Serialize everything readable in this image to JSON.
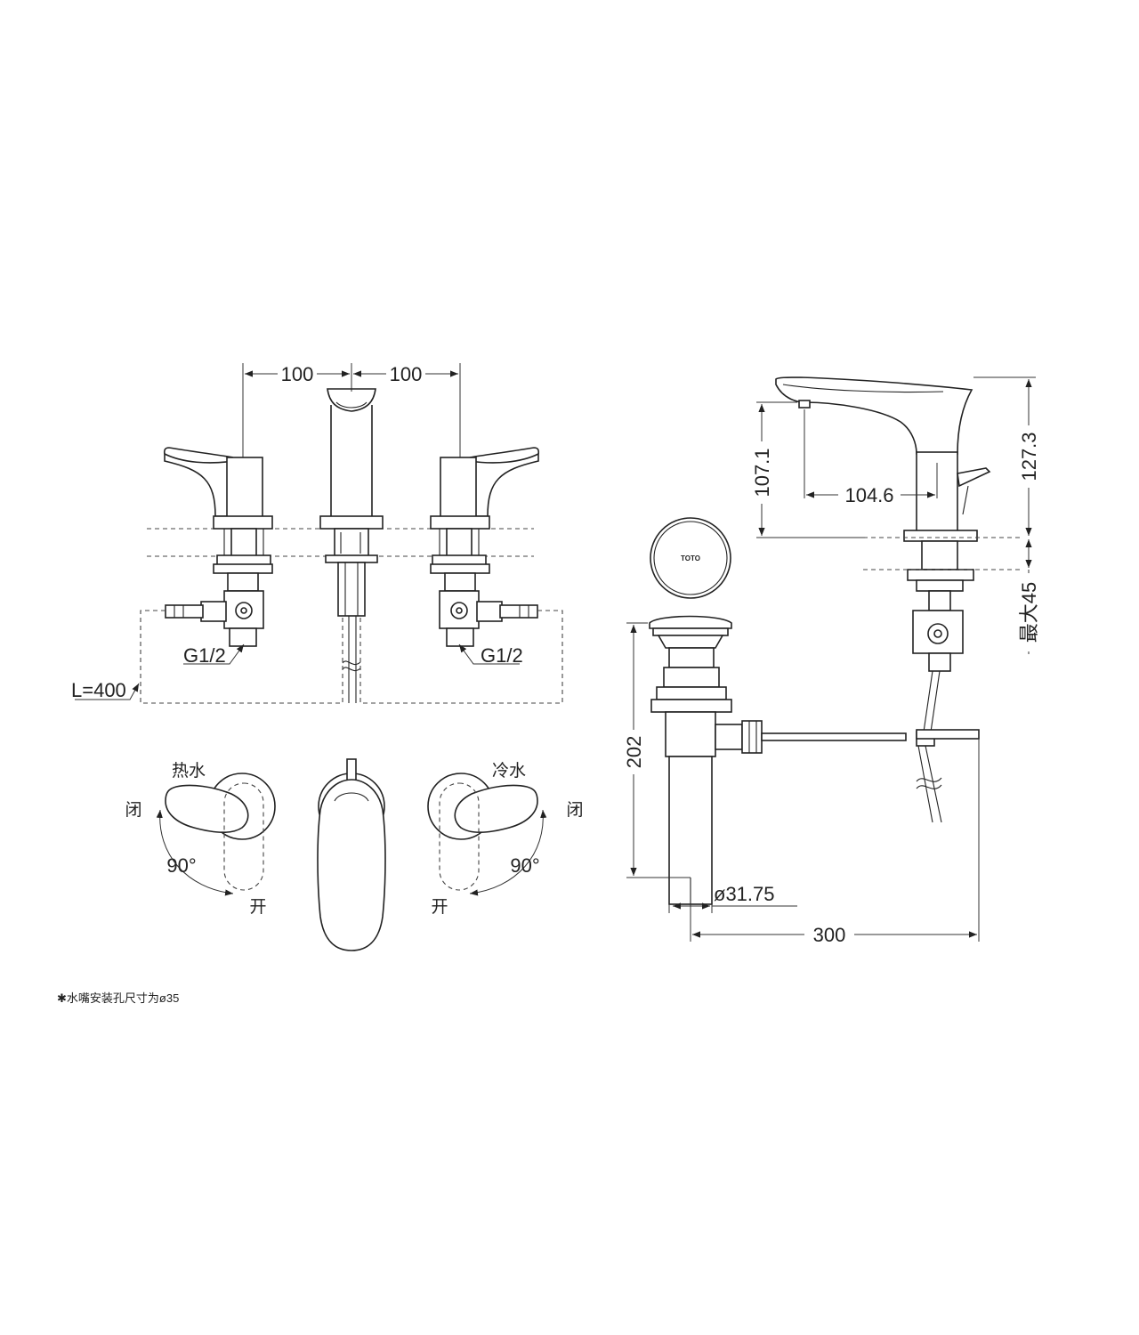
{
  "dimensions": {
    "spacing_left": "100",
    "spacing_right": "100",
    "thread_left": "G1/2",
    "thread_right": "G1/2",
    "hose_length": "L=400",
    "spout_height": "107.1",
    "spout_reach": "104.6",
    "total_height": "127.3",
    "max_deck_thickness": "最大45",
    "drain_length": "202",
    "drain_diameter": "ø31.75",
    "rod_length": "300"
  },
  "labels": {
    "hot_water": "热水",
    "cold_water": "冷水",
    "close_left": "闭",
    "close_right": "闭",
    "open_left": "开",
    "open_right": "开",
    "angle_left": "90°",
    "angle_right": "90°",
    "drain_brand": "TOTO"
  },
  "note": "✱水嘴安装孔尺寸为ø35"
}
